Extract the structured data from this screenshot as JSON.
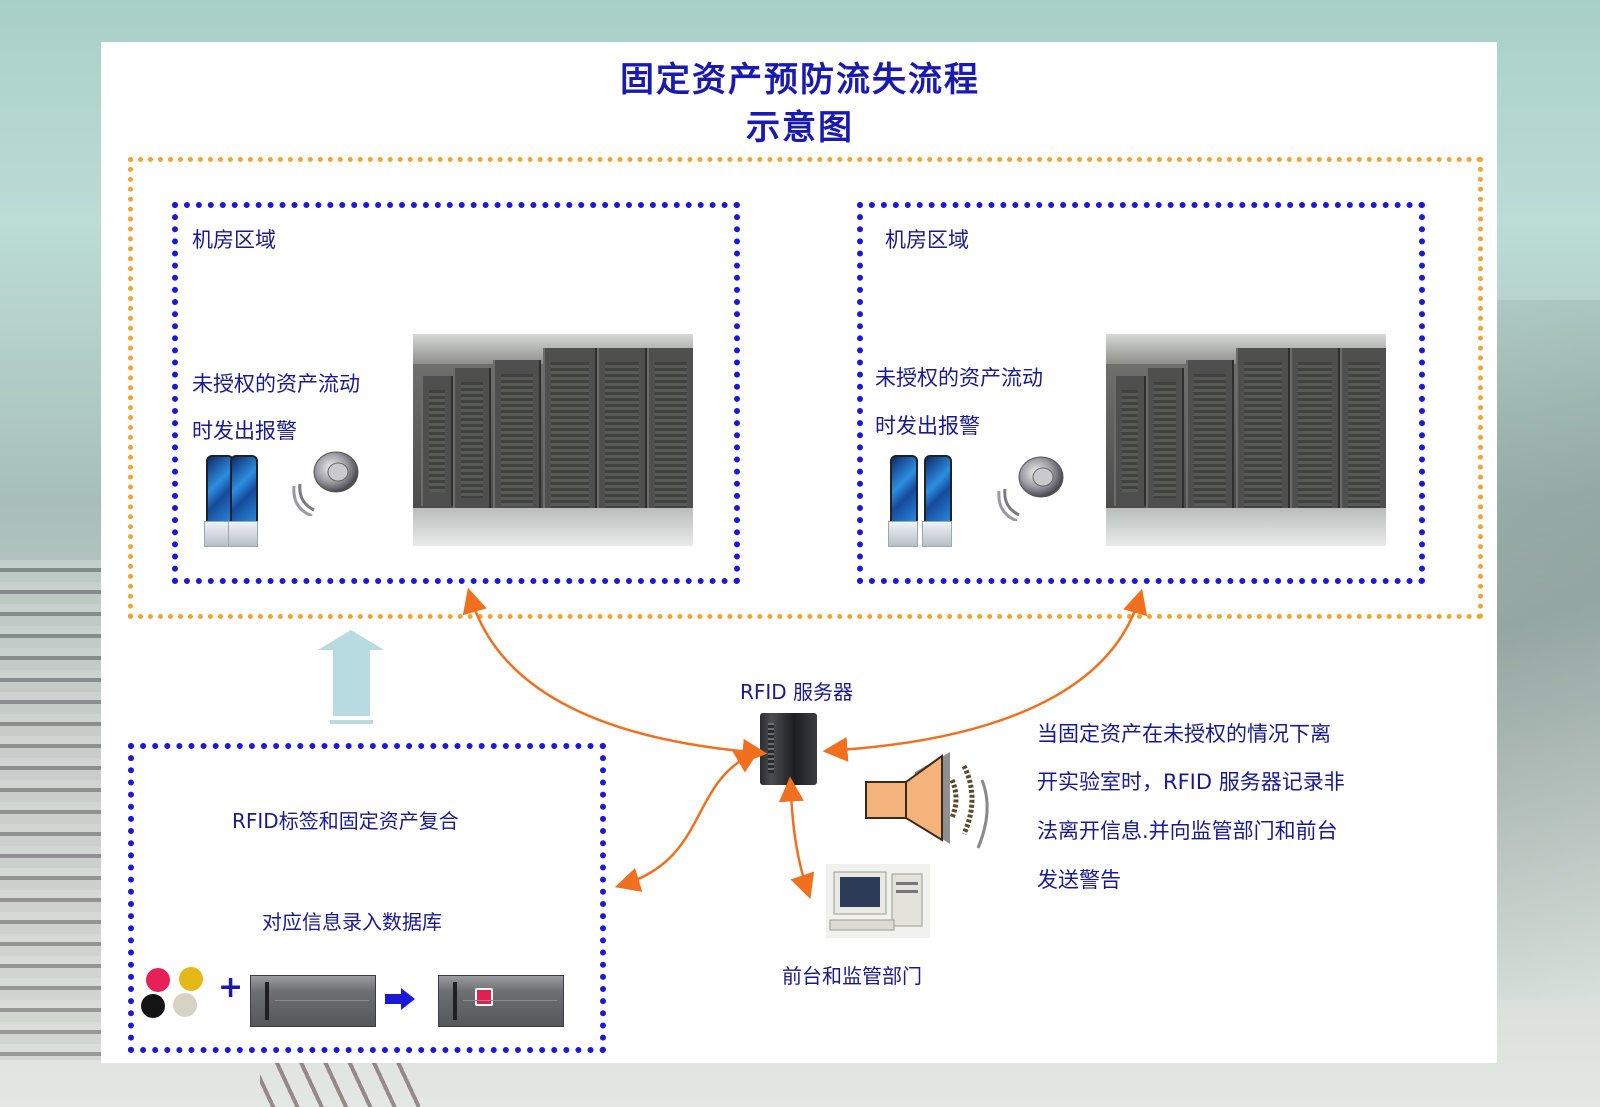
{
  "title": {
    "line1": "固定资产预防流失流程",
    "line2": "示意图"
  },
  "colors": {
    "text_blue": "#1a1a90",
    "title_blue": "#1a1ab0",
    "zone_border_orange": "#f3a430",
    "box_border_blue": "#1a1ad6",
    "arrow_orange": "#f07020",
    "up_arrow_lightblue": "#b7dbe0"
  },
  "zones": [
    {
      "label": "机房区域",
      "alarm_text_line1": "未授权的资产流动",
      "alarm_text_line2": "时发出报警",
      "icons": [
        "rfid-gate-icon",
        "speaker-icon",
        "server-room-photo"
      ]
    },
    {
      "label": "机房区域",
      "alarm_text_line1": "未授权的资产流动",
      "alarm_text_line2": "时发出报警",
      "icons": [
        "rfid-gate-icon",
        "speaker-icon",
        "server-room-photo"
      ]
    }
  ],
  "tagging": {
    "line1": "RFID标签和固定资产复合",
    "line2": "对应信息录入数据库",
    "plus_symbol": "+",
    "tag_colors": [
      "#e8205a",
      "#e5b81a",
      "#141414",
      "#d8d2c6"
    ]
  },
  "server": {
    "label": "RFID 服务器"
  },
  "frontdesk": {
    "label": "前台和监管部门"
  },
  "description": {
    "lines": [
      "当固定资产在未授权的情况下离",
      "开实验室时，RFID 服务器记录非",
      "法离开信息.并向监管部门和前台",
      "发送警告"
    ]
  }
}
